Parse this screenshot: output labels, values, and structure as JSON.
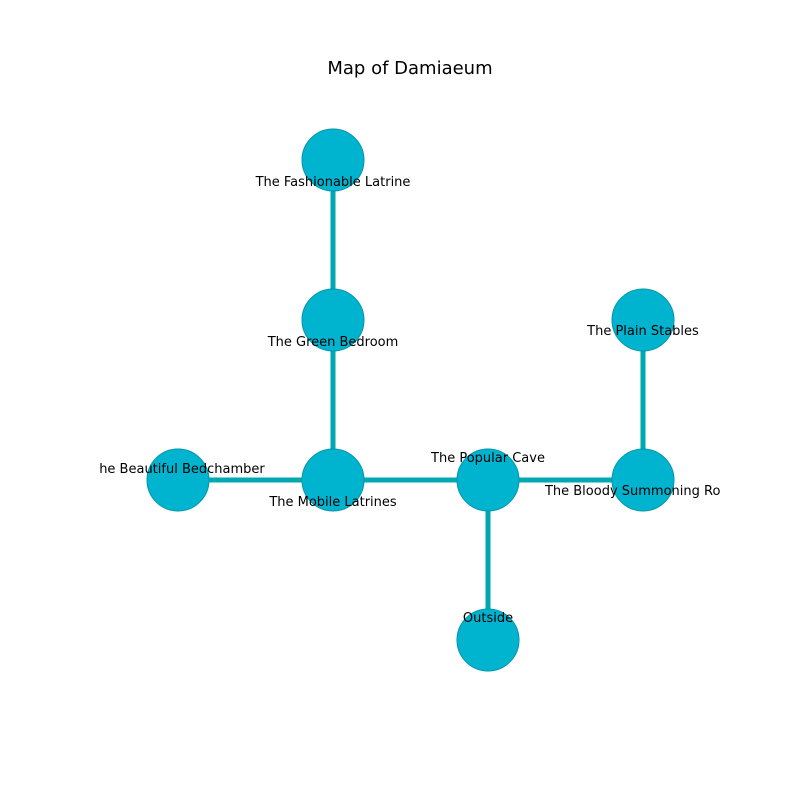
{
  "title": "Map of Damiaeum",
  "colors": {
    "edge": "#00a8b0",
    "node_fill": "#00b4d0",
    "node_stroke": "#0095ad",
    "label": "#000000"
  },
  "nodes": [
    {
      "id": "fashionable-latrine",
      "label": "The Fashionable Latrine"
    },
    {
      "id": "green-bedroom",
      "label": "The Green Bedroom"
    },
    {
      "id": "plain-stables",
      "label": "The Plain Stables"
    },
    {
      "id": "beautiful-bedchamber",
      "label": "The Beautiful Bedchamber"
    },
    {
      "id": "mobile-latrines",
      "label": "The Mobile Latrines"
    },
    {
      "id": "popular-cave",
      "label": "The Popular Cave"
    },
    {
      "id": "bloody-summoning-room",
      "label": "The Bloody Summoning Room"
    },
    {
      "id": "outside",
      "label": "Outside"
    }
  ],
  "edges": [
    [
      "fashionable-latrine",
      "green-bedroom"
    ],
    [
      "green-bedroom",
      "mobile-latrines"
    ],
    [
      "beautiful-bedchamber",
      "mobile-latrines"
    ],
    [
      "mobile-latrines",
      "popular-cave"
    ],
    [
      "popular-cave",
      "bloody-summoning-room"
    ],
    [
      "bloody-summoning-room",
      "plain-stables"
    ],
    [
      "popular-cave",
      "outside"
    ]
  ]
}
